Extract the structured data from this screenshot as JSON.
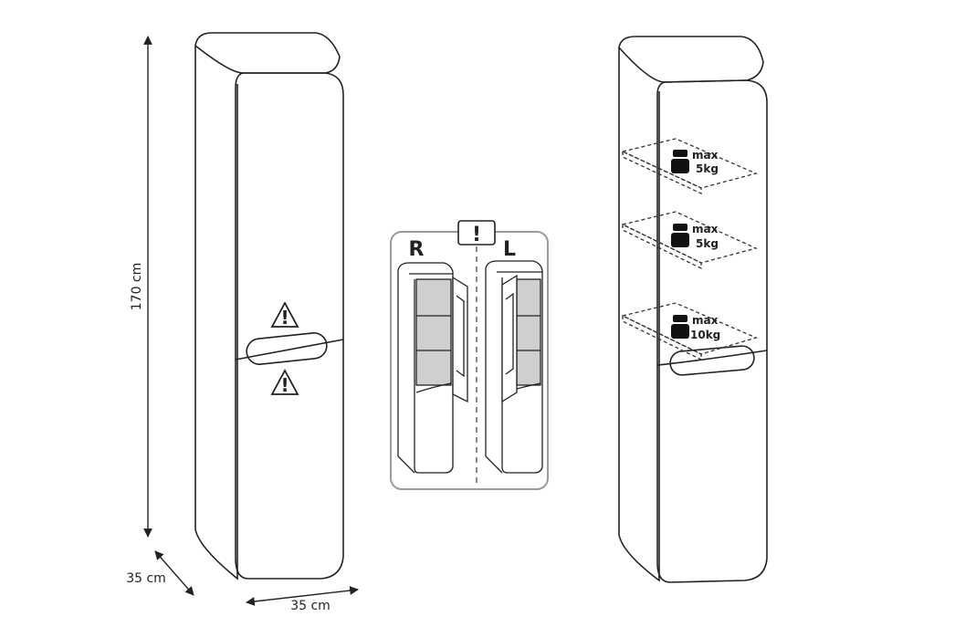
{
  "dimensions": {
    "height": "170 cm",
    "depth": "35 cm",
    "width": "35 cm"
  },
  "hinge_options": {
    "right": "R",
    "left": "L",
    "alert": "!"
  },
  "warning_symbol": "!",
  "shelves": [
    {
      "line1": "max",
      "line2": "5kg"
    },
    {
      "line1": "max",
      "line2": "5kg"
    },
    {
      "line1": "max",
      "line2": "10kg"
    }
  ],
  "colors": {
    "line": "#222222",
    "panel": "#cfcfcf",
    "background": "#ffffff"
  }
}
